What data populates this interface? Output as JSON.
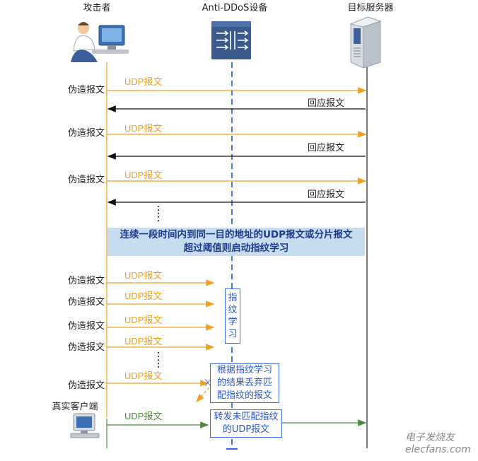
{
  "actors": {
    "attacker": "攻击者",
    "device": "Anti-DDoS设备",
    "server": "目标服务器",
    "client": "真实客户端"
  },
  "labels": {
    "forged": "伪造报文",
    "udp": "UDP报文",
    "reply": "回应报文",
    "banner": "连续一段时间内到同一目的地址的UDP报文或分片报文超过阈值则启动指纹学习",
    "fp_learn": "指纹学习",
    "discard": "根据指纹学习的结果丢弃匹配指纹的报文",
    "forward": "转发未匹配指纹的UDP报文",
    "watermark": "电子发烧友 elecfans.com"
  },
  "colors": {
    "attack": "#f0a020",
    "reply": "#111111",
    "client": "#4a8a3a",
    "device_line": "#2f6fe0",
    "banner_bg": "#c7dcef"
  }
}
